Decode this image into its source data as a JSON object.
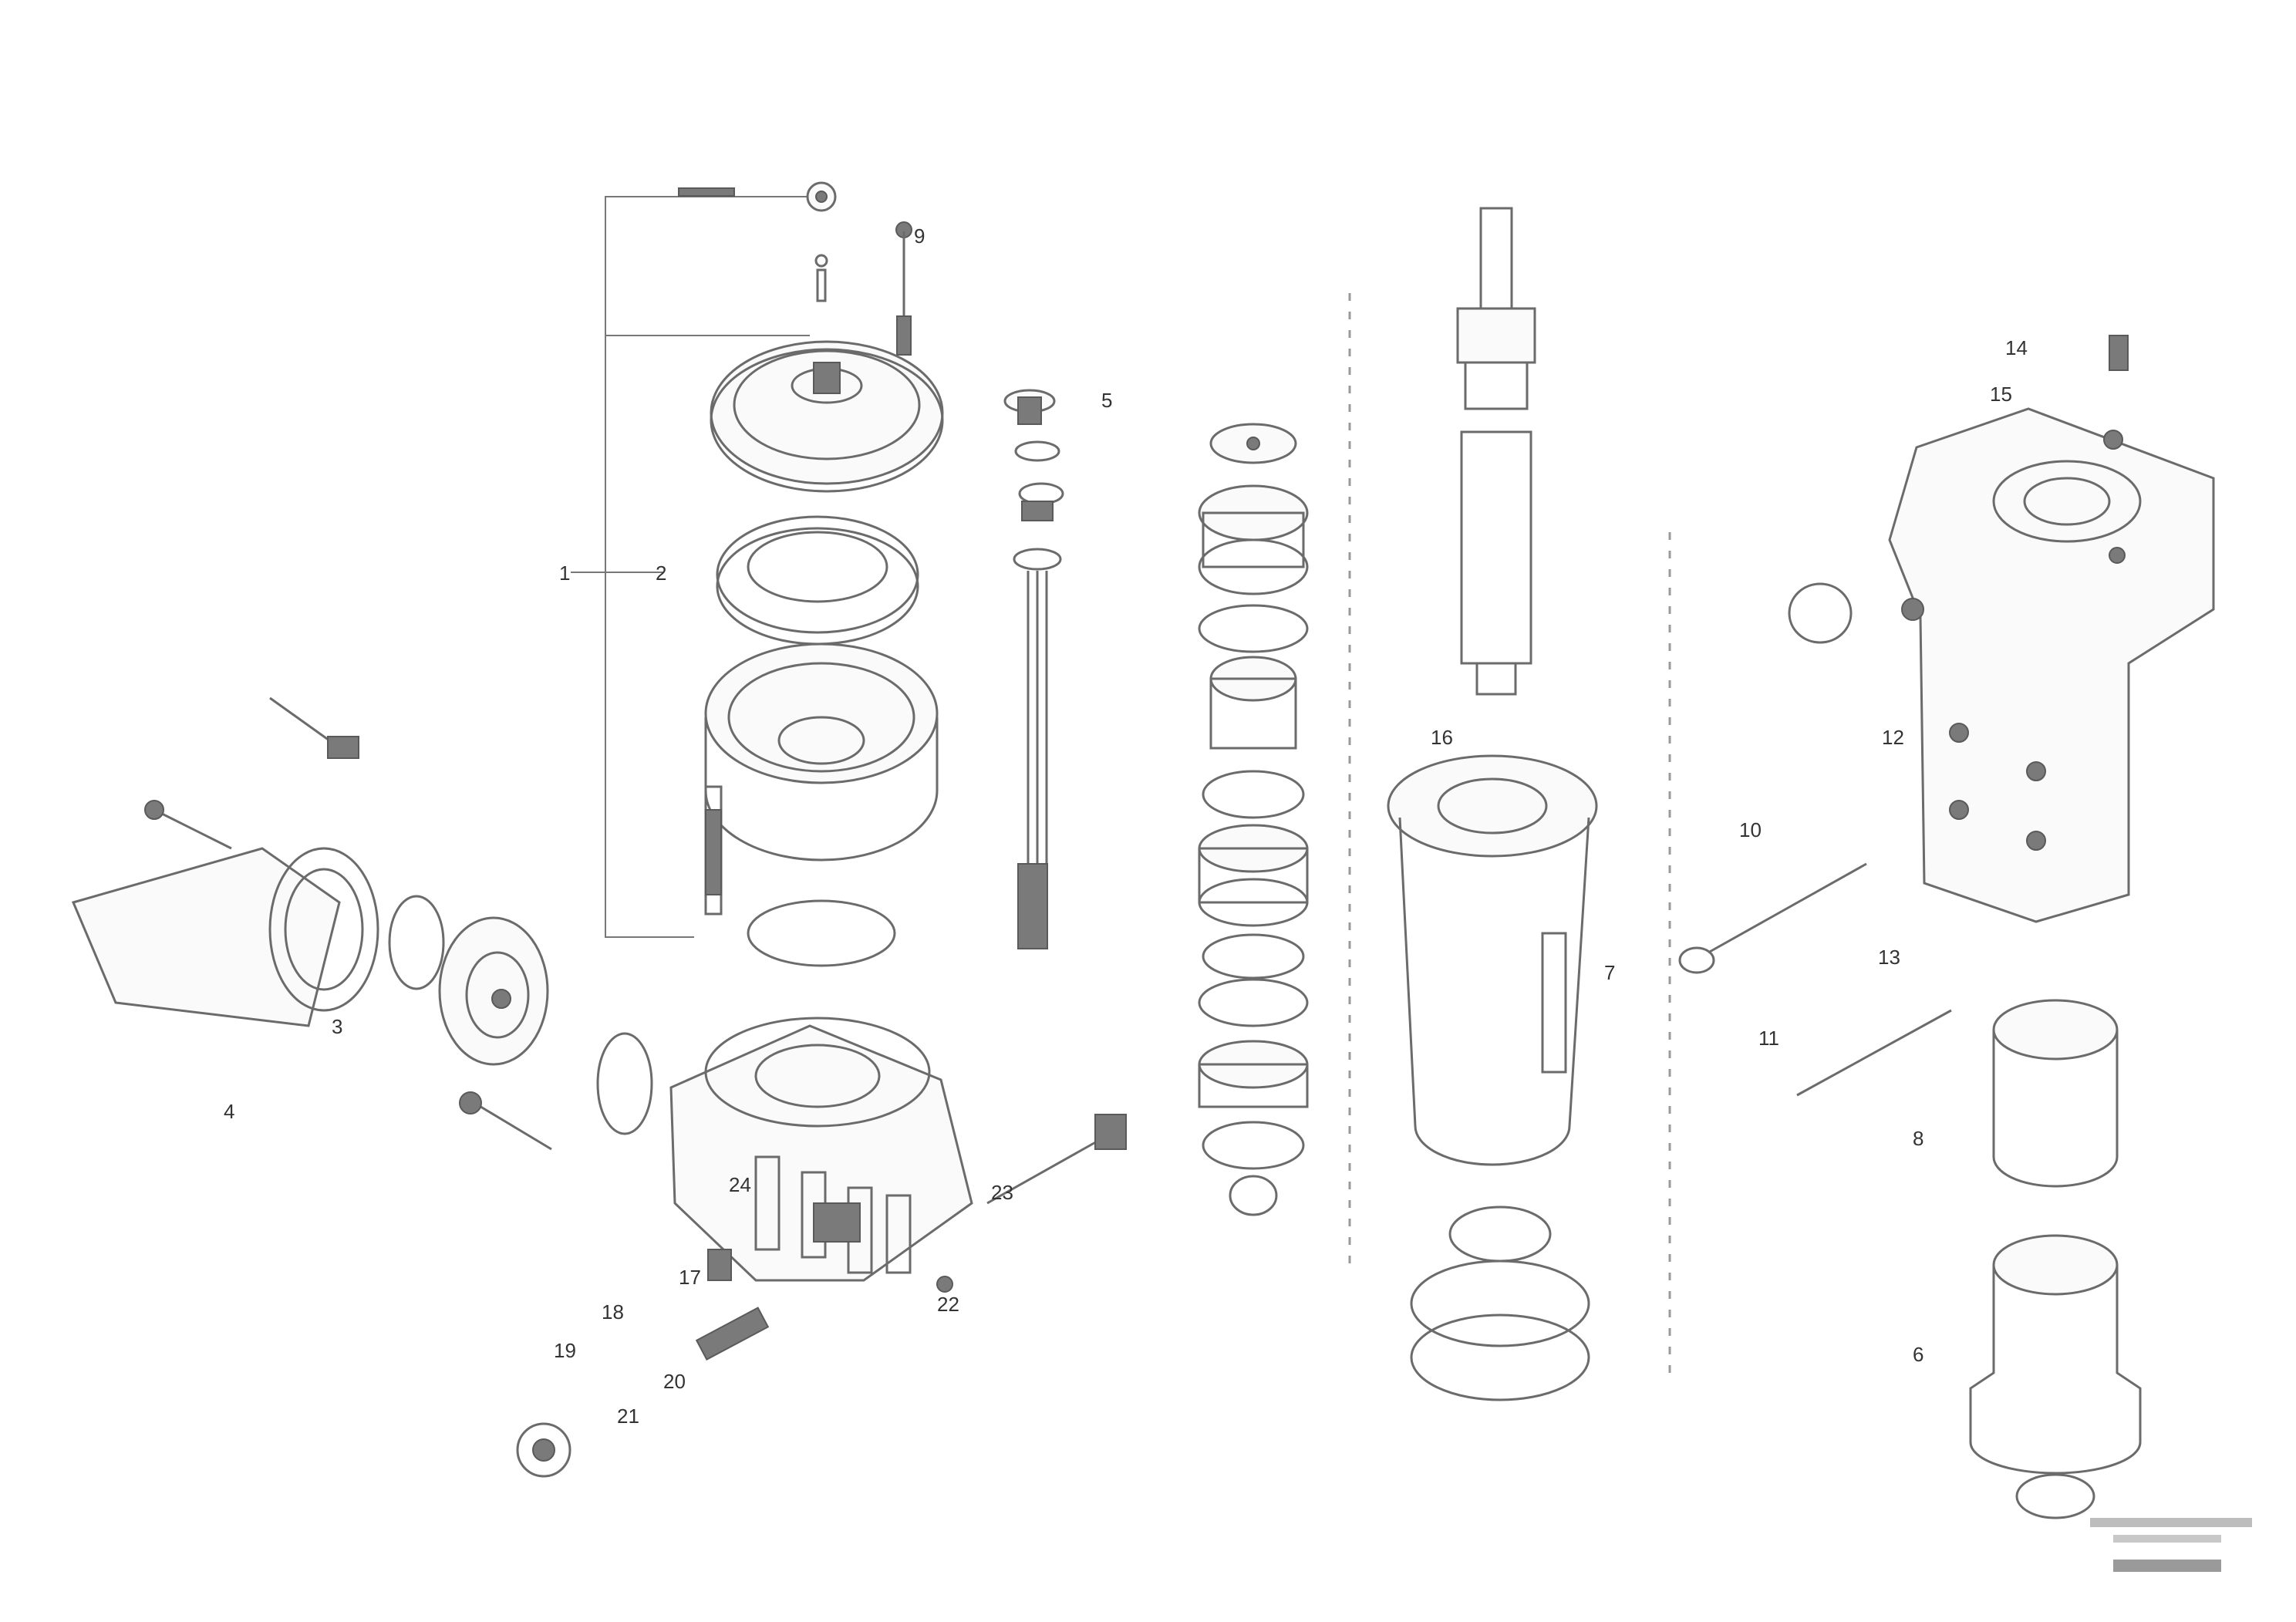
{
  "diagram": {
    "callouts": [
      {
        "id": "c1a",
        "text": "1"
      },
      {
        "id": "c1b",
        "text": "2"
      },
      {
        "id": "c5",
        "text": "5"
      },
      {
        "id": "c9",
        "text": "9"
      },
      {
        "id": "c3",
        "text": "3"
      },
      {
        "id": "c4",
        "text": "4"
      },
      {
        "id": "c7",
        "text": "7"
      },
      {
        "id": "c10",
        "text": "10"
      },
      {
        "id": "c11",
        "text": "11"
      },
      {
        "id": "c8",
        "text": "8"
      },
      {
        "id": "c6",
        "text": "6"
      },
      {
        "id": "c12",
        "text": "12"
      },
      {
        "id": "c13",
        "text": "13"
      },
      {
        "id": "c14",
        "text": "14"
      },
      {
        "id": "c15",
        "text": "15"
      },
      {
        "id": "c16",
        "text": "16"
      },
      {
        "id": "c17",
        "text": "17"
      },
      {
        "id": "c18",
        "text": "18"
      },
      {
        "id": "c19",
        "text": "19"
      },
      {
        "id": "c20",
        "text": "20"
      },
      {
        "id": "c21",
        "text": "21"
      },
      {
        "id": "c22",
        "text": "22"
      },
      {
        "id": "c23",
        "text": "23"
      },
      {
        "id": "c24",
        "text": "24"
      }
    ],
    "reference_stamp": {
      "line1": "",
      "line2": "",
      "line3": ""
    }
  }
}
